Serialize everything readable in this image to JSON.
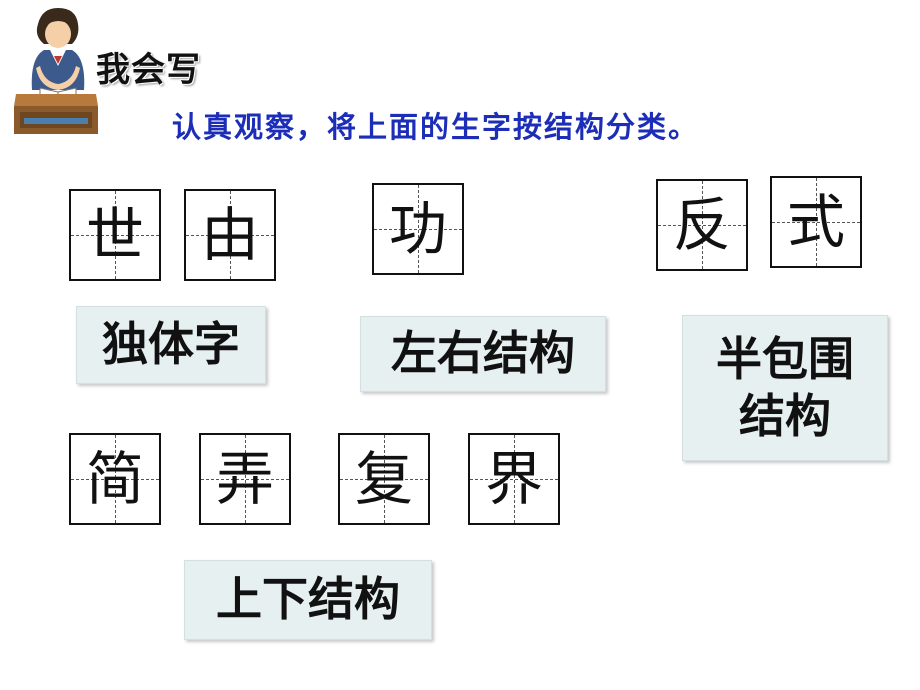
{
  "header": {
    "title": "我会写"
  },
  "instruction": "认真观察，将上面的生字按结构分类。",
  "groups": {
    "single": {
      "chars": [
        "世",
        "由"
      ],
      "label": "独体字"
    },
    "left_right": {
      "chars": [
        "功"
      ],
      "label": "左右结构"
    },
    "half_enclosed": {
      "chars": [
        "反",
        "式"
      ],
      "label": "半包围\n结构"
    },
    "top_bottom": {
      "chars": [
        "简",
        "弄",
        "复",
        "界"
      ],
      "label": "上下结构"
    }
  }
}
